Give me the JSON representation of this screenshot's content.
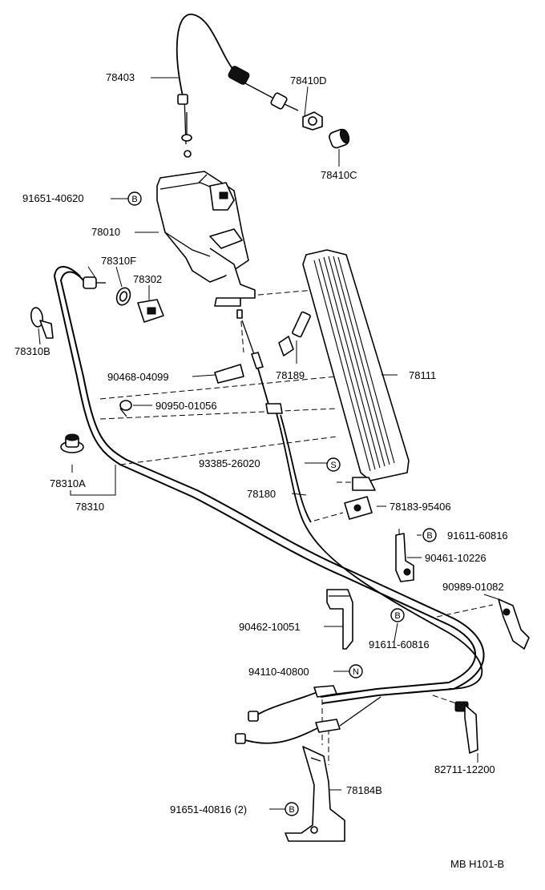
{
  "figure_id": "MB H101-B",
  "callouts": [
    {
      "id": "c-78403",
      "text": "78403"
    },
    {
      "id": "c-78410D",
      "text": "78410D"
    },
    {
      "id": "c-78410C",
      "text": "78410C"
    },
    {
      "id": "c-91651-40620",
      "text": "91651-40620",
      "mark": "B"
    },
    {
      "id": "c-78010",
      "text": "78010"
    },
    {
      "id": "c-78310F",
      "text": "78310F"
    },
    {
      "id": "c-78302",
      "text": "78302"
    },
    {
      "id": "c-78310B",
      "text": "78310B"
    },
    {
      "id": "c-78189",
      "text": "78189"
    },
    {
      "id": "c-78111",
      "text": "78111"
    },
    {
      "id": "c-90468-04099",
      "text": "90468-04099"
    },
    {
      "id": "c-90950-01056",
      "text": "90950-01056"
    },
    {
      "id": "c-93385-26020",
      "text": "93385-26020",
      "mark": "S"
    },
    {
      "id": "c-78310A",
      "text": "78310A"
    },
    {
      "id": "c-78310",
      "text": "78310"
    },
    {
      "id": "c-78180",
      "text": "78180"
    },
    {
      "id": "c-78183-95406",
      "text": "78183-95406"
    },
    {
      "id": "c-91611-60816-a",
      "text": "91611-60816",
      "mark": "B"
    },
    {
      "id": "c-90461-10226",
      "text": "90461-10226"
    },
    {
      "id": "c-90989-01082",
      "text": "90989-01082"
    },
    {
      "id": "c-90462-10051",
      "text": "90462-10051"
    },
    {
      "id": "c-91611-60816-b",
      "text": "91611-60816",
      "mark": "B"
    },
    {
      "id": "c-94110-40800",
      "text": "94110-40800",
      "mark": "N"
    },
    {
      "id": "c-82711-12200",
      "text": "82711-12200"
    },
    {
      "id": "c-78184B",
      "text": "78184B"
    },
    {
      "id": "c-91651-40816",
      "text": "91651-40816  (2)",
      "mark": "B"
    }
  ]
}
